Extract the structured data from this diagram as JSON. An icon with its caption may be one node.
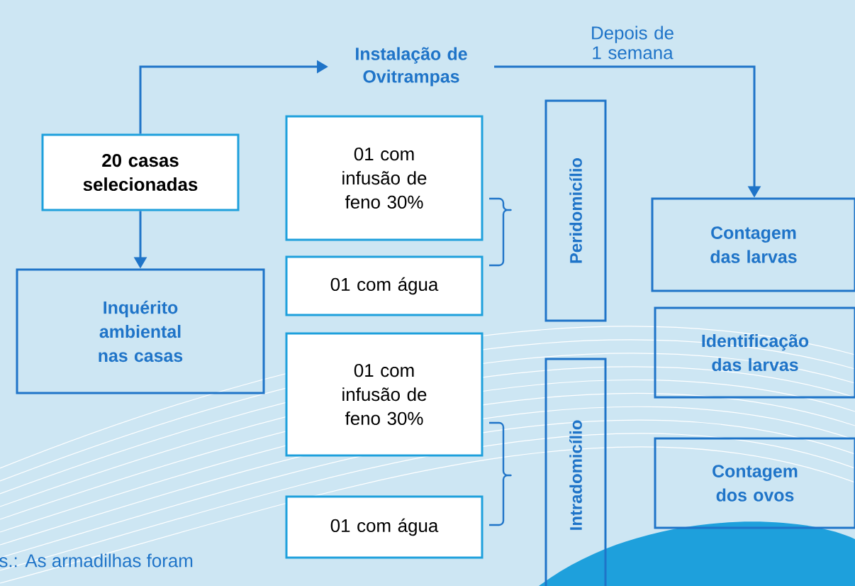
{
  "diagram": {
    "nodes": [
      {
        "text": [
          "Instalação de Ovitrampas"
        ]
      },
      {
        "text": [
          "20 casas selecionadas"
        ]
      },
      {
        "text": [
          "Inquérito ambiental nas casas"
        ]
      },
      {
        "text": [
          "01 com infusão de feno 30%"
        ]
      },
      {
        "text": [
          "01 com água"
        ]
      },
      {
        "text": [
          "01 com infusão de feno 30%"
        ]
      },
      {
        "text": [
          "01 com água"
        ]
      },
      {
        "text": [
          "Peridomicílio"
        ]
      },
      {
        "text": [
          "Intradomicílio"
        ]
      },
      {
        "text": [
          "Contagem das larvas"
        ]
      },
      {
        "text": [
          "Identificação das larvas"
        ]
      },
      {
        "text": [
          "Contagem dos ovos"
        ]
      }
    ],
    "edges": [
      {
        "from": 1,
        "to": 0,
        "arrow": "to"
      },
      {
        "from": 0,
        "to": 9,
        "arrow": "to",
        "label": "Depois de 1 semana"
      },
      {
        "from": 1,
        "to": 2,
        "arrow": "to"
      }
    ],
    "labels": [
      "s.: As armadilhas foram"
    ]
  }
}
